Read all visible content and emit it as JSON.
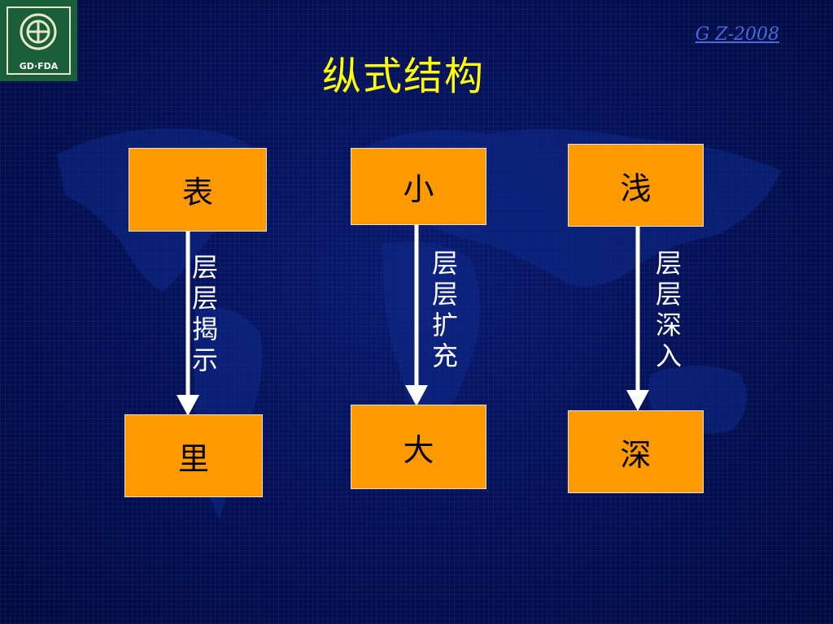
{
  "header": {
    "logo_text": "GD·FDA",
    "tag": "G Z-2008",
    "title": "纵式结构"
  },
  "columns": [
    {
      "top": "表",
      "bottom": "里",
      "label": "层层揭示"
    },
    {
      "top": "小",
      "bottom": "大",
      "label": "层层扩充"
    },
    {
      "top": "浅",
      "bottom": "深",
      "label": "层层深入"
    }
  ],
  "colors": {
    "background": "#06125a",
    "box_fill": "#ff9900",
    "title": "#ffff00",
    "arrow": "#ffffff",
    "tag": "#4a6ad8"
  }
}
